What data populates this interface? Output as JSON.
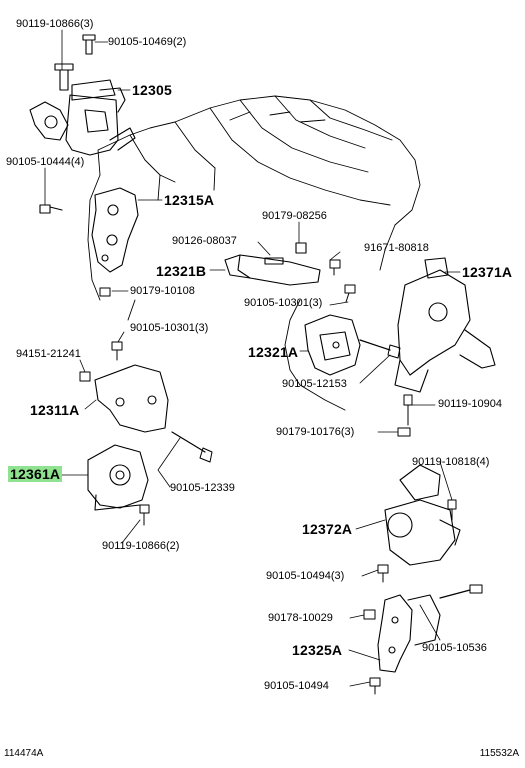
{
  "highlight_color": "#8fe28f",
  "labels": {
    "p_90119_10866_top": "90119-10866(3)",
    "p_90105_10469": "90105-10469(2)",
    "p_12305": "12305",
    "p_90105_10444": "90105-10444(4)",
    "p_12315A": "12315A",
    "p_90179_08256": "90179-08256",
    "p_90126_08037": "90126-08037",
    "p_91671_80818": "91671-80818",
    "p_12321B": "12321B",
    "p_12371A": "12371A",
    "p_90179_10108": "90179-10108",
    "p_90105_10301_mid": "90105-10301(3)",
    "p_90105_10301_left": "90105-10301(3)",
    "p_94151_21241": "94151-21241",
    "p_12321A": "12321A",
    "p_90105_12153": "90105-12153",
    "p_12311A": "12311A",
    "p_90119_10904": "90119-10904",
    "p_90179_10176": "90179-10176(3)",
    "p_12361A": "12361A",
    "p_90105_12339": "90105-12339",
    "p_90119_10818": "90119-10818(4)",
    "p_12372A": "12372A",
    "p_90119_10866_bottom": "90119-10866(2)",
    "p_90105_10494_mid": "90105-10494(3)",
    "p_90178_10029": "90178-10029",
    "p_12325A": "12325A",
    "p_90105_10536": "90105-10536",
    "p_90105_10494_bottom": "90105-10494"
  },
  "footer": {
    "left_code": "114474A",
    "right_code": "115532A"
  }
}
